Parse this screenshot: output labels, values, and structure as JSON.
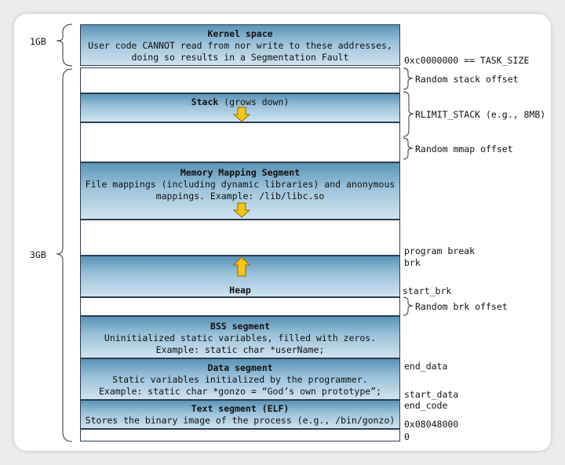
{
  "segments": {
    "kernel": {
      "title": "Kernel space",
      "line1": "User code CANNOT read from nor write to these addresses,",
      "line2": "doing so results in a Segmentation Fault"
    },
    "stack": {
      "title": "Stack",
      "suffix": " (grows down)"
    },
    "mmap": {
      "title": "Memory Mapping Segment",
      "line1": "File mappings (including dynamic libraries) and anonymous",
      "line2": "mappings. Example: /lib/libc.so"
    },
    "heap": {
      "title": "Heap"
    },
    "bss": {
      "title": "BSS segment",
      "line1": "Uninitialized static variables, filled with zeros.",
      "line2": "Example: static char *userName;"
    },
    "data": {
      "title": "Data segment",
      "line1": "Static variables initialized by the programmer.",
      "line2": "Example: static char *gonzo = “God’s own prototype”;"
    },
    "text": {
      "title": "Text segment (ELF)",
      "line1": "Stores the binary image of the process (e.g., /bin/gonzo)"
    }
  },
  "left_labels": {
    "kernel_size": "1GB",
    "user_size": "3GB"
  },
  "right_labels": {
    "task_size": "0xc0000000 == TASK_SIZE",
    "random_stack": "Random stack offset",
    "rlimit": "RLIMIT_STACK (e.g., 8MB)",
    "random_mmap": "Random mmap offset",
    "program_break": "program break",
    "brk": "brk",
    "start_brk": "start_brk",
    "random_brk": "Random brk offset",
    "end_data": "end_data",
    "start_data": "start_data",
    "end_code": "end_code",
    "text_start": "0x08048000",
    "zero": "0"
  },
  "colors": {
    "segment_fill": "#9cc3db",
    "arrow_fill": "#f5c518",
    "border": "#2c3e50"
  }
}
